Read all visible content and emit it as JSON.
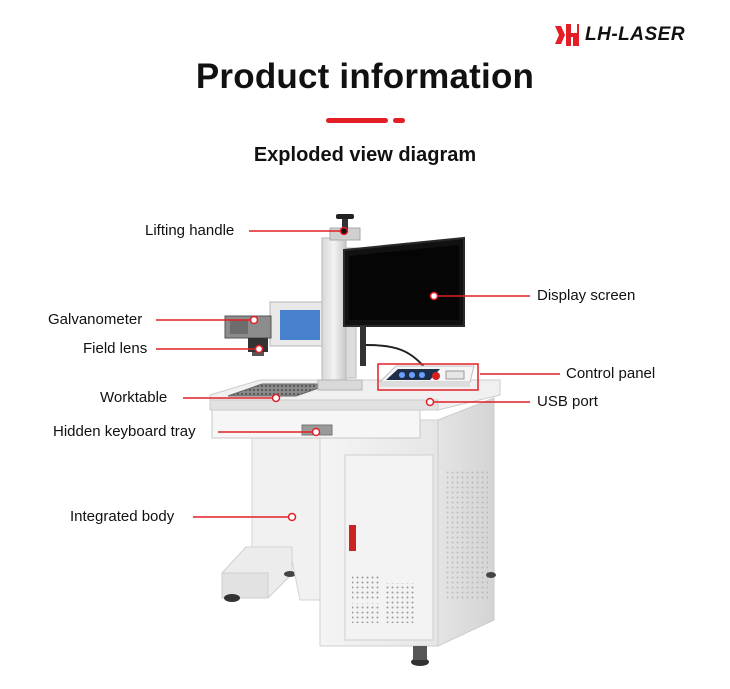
{
  "brand": {
    "name": "LH-LASER",
    "logo_icon": "lh-logo-icon",
    "accent": "#e21f26"
  },
  "header": {
    "title": "Product information",
    "subtitle": "Exploded view diagram"
  },
  "labels": {
    "lifting_handle": "Lifting handle",
    "galvanometer": "Galvanometer",
    "field_lens": "Field lens",
    "worktable": "Worktable",
    "keyboard_tray": "Hidden keyboard tray",
    "integrated_body": "Integrated body",
    "display_screen": "Display screen",
    "control_panel": "Control panel",
    "usb_port": "USB port"
  }
}
